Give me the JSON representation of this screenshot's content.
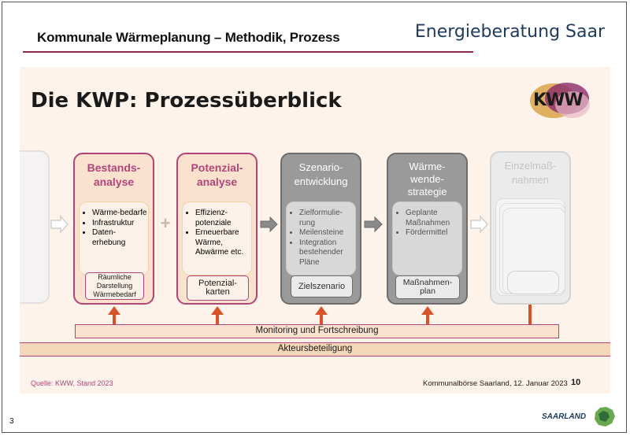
{
  "header": {
    "title": "Kommunale Wärmeplanung – Methodik, Prozess",
    "brand": "Energieberatung Saar"
  },
  "slide": {
    "title": "Die KWP: Prozessüberblick",
    "logo_text": "KWW",
    "steps": [
      {
        "title_line1": "Bestands-",
        "title_line2": "analyse",
        "bullets": [
          "Wärme-bedarfe",
          "Infrastruktur",
          "Daten-erhebung"
        ],
        "output": "Räumliche Darstellung Wärmebedarf"
      },
      {
        "title_line1": "Potenzial-",
        "title_line2": "analyse",
        "bullets": [
          "Effizienz-potenziale",
          "Erneuerbare Wärme, Abwärme etc."
        ],
        "output": "Potenzial-karten"
      },
      {
        "title_line1": "Szenario-",
        "title_line2": "entwicklung",
        "bullets": [
          "Zielformulie-rung",
          "Meilensteine",
          "Integration bestehender Pläne"
        ],
        "output": "Zielszenario"
      },
      {
        "title_line1": "Wärme-",
        "title_line2": "wende-",
        "title_line3": "strategie",
        "bullets": [
          "Geplante Maßnahmen",
          "Fördermittel"
        ],
        "output": "Maßnahmen-plan"
      },
      {
        "title_line1": "Einzelmaß-",
        "title_line2": "nahmen"
      }
    ],
    "operators": [
      "+"
    ],
    "monitoring": "Monitoring und Fortschreibung",
    "akteure": "Akteursbeteiligung",
    "source": "Quelle: KWW, Stand 2023",
    "event": "Kommunalbörse Saarland, 12. Januar 2023",
    "page": "10"
  },
  "footer": {
    "slide_number": "3",
    "saarland": "SAARLAND"
  },
  "colors": {
    "accent": "#b0457a",
    "arrow": "#d9532a",
    "brand": "#1f3a5f",
    "header_rule": "#8a2a4a"
  }
}
